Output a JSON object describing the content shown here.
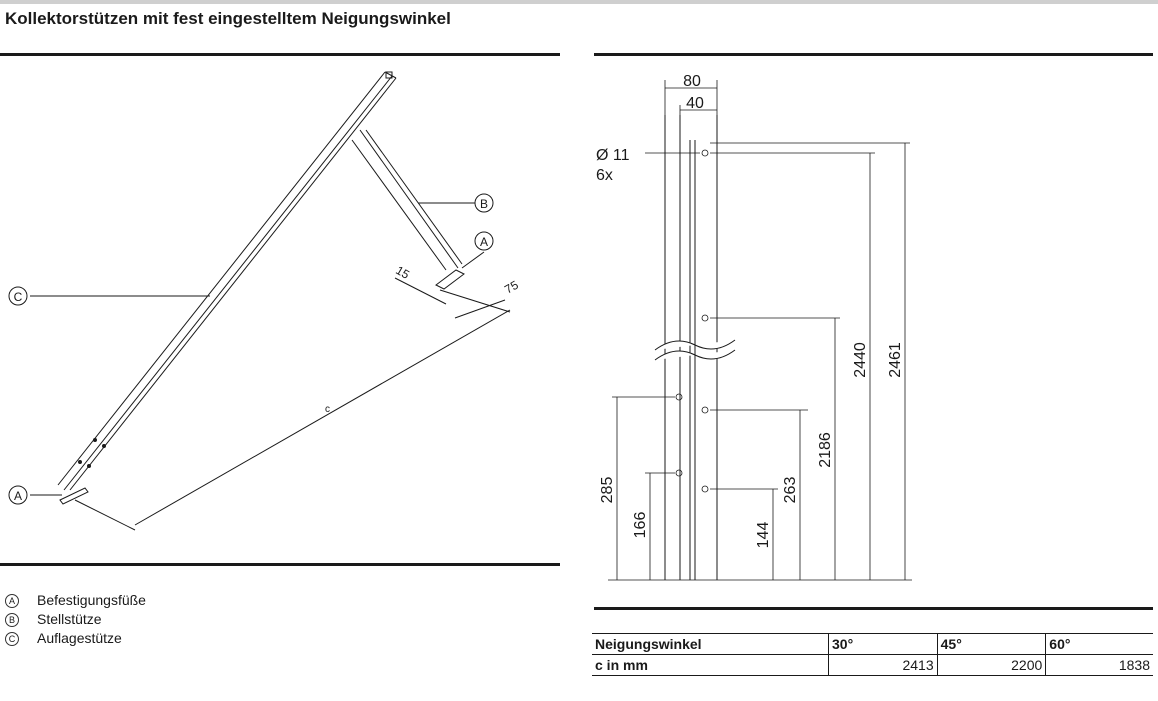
{
  "title": "Kollektorstützen mit fest eingestelltem Neigungswinkel",
  "left_drawing": {
    "callout_a": "A",
    "callout_b": "B",
    "callout_c": "C",
    "dim_15": "15",
    "dim_75": "75",
    "dim_c": "c"
  },
  "right_drawing": {
    "dim_80": "80",
    "dim_40": "40",
    "hole_dia": "Ø 11",
    "hole_count": "6x",
    "dim_2461": "2461",
    "dim_2440": "2440",
    "dim_2186": "2186",
    "dim_285": "285",
    "dim_263": "263",
    "dim_166": "166",
    "dim_144": "144"
  },
  "legend": [
    {
      "key": "A",
      "label": "Befestigungsfüße"
    },
    {
      "key": "B",
      "label": "Stellstütze"
    },
    {
      "key": "C",
      "label": "Auflagestütze"
    }
  ],
  "table": {
    "headers": [
      "Neigungswinkel",
      "30°",
      "45°",
      "60°"
    ],
    "row": [
      "c in mm",
      "2413",
      "2200",
      "1838"
    ]
  }
}
